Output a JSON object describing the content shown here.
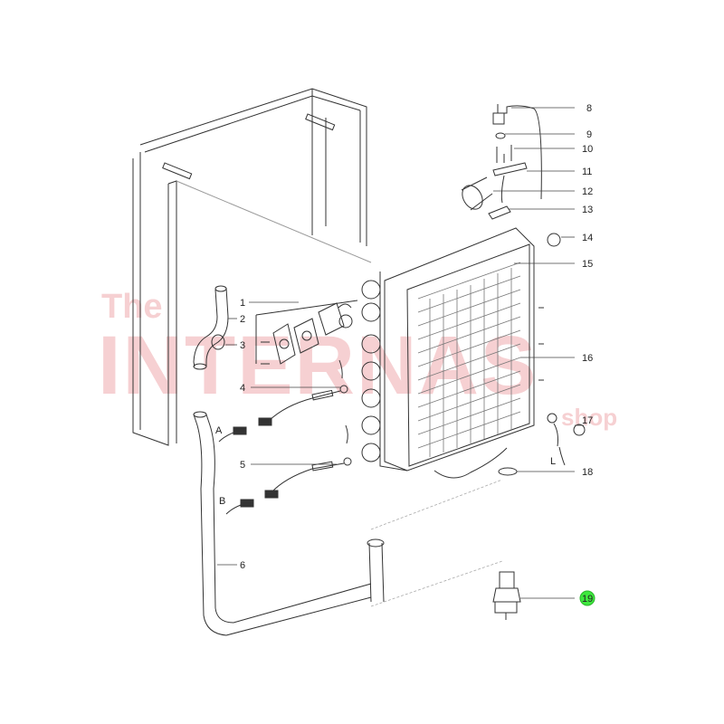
{
  "watermark": {
    "line1": "The",
    "line2": "INTERNAS",
    "line3": "shop",
    "color": "#f6d0d2"
  },
  "callouts": [
    {
      "id": "1",
      "label": "1"
    },
    {
      "id": "2",
      "label": "2"
    },
    {
      "id": "3",
      "label": "3"
    },
    {
      "id": "4",
      "label": "4"
    },
    {
      "id": "5",
      "label": "5"
    },
    {
      "id": "6",
      "label": "6"
    },
    {
      "id": "8",
      "label": "8"
    },
    {
      "id": "9",
      "label": "9"
    },
    {
      "id": "10",
      "label": "10"
    },
    {
      "id": "11",
      "label": "11"
    },
    {
      "id": "12",
      "label": "12"
    },
    {
      "id": "13",
      "label": "13"
    },
    {
      "id": "14",
      "label": "14"
    },
    {
      "id": "15",
      "label": "15"
    },
    {
      "id": "16",
      "label": "16"
    },
    {
      "id": "17",
      "label": "17"
    },
    {
      "id": "18",
      "label": "18"
    },
    {
      "id": "19",
      "label": "19",
      "highlighted": true
    }
  ],
  "letters": {
    "a": "A",
    "b": "B",
    "l": "L"
  },
  "highlight_color": "#3ee83e"
}
